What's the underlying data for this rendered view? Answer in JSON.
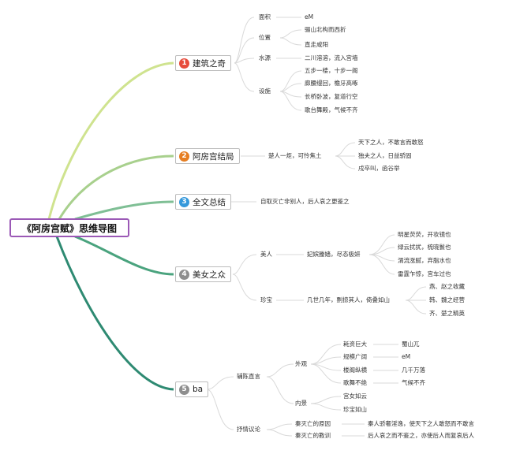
{
  "root": "《阿房宫赋》思维导图",
  "branches": [
    {
      "num": "1",
      "label": "建筑之奇",
      "color": "#e74c3c"
    },
    {
      "num": "2",
      "label": "阿房宫结局",
      "color": "#e67e22"
    },
    {
      "num": "3",
      "label": "全文总结",
      "color": "#3498db"
    },
    {
      "num": "4",
      "label": "美女之众",
      "color": "#8e8e8e"
    },
    {
      "num": "5",
      "label": "ba",
      "color": "#8e8e8e"
    }
  ],
  "b1": {
    "area": "面积",
    "area_value": "eM",
    "location": "位置",
    "loc_1": "骊山北构而西折",
    "loc_2": "直走咸阳",
    "water": "水源",
    "water_value": "二川溶溶，流入宫墙",
    "facilities": "设施",
    "fac_1": "五步一楼，十步一阁",
    "fac_2": "廊腰缦回，檐牙高啄",
    "fac_3": "长桥卧波，复道行空",
    "fac_4": "歌台舞殿，气候不齐"
  },
  "b2": {
    "mid": "楚人一炬，可怜焦土",
    "l1": "天下之人，不敢言而敢怒",
    "l2": "独夫之人，日益骄固",
    "l3": "戍卒叫，函谷举"
  },
  "b3": {
    "text": "自取灭亡非别人，后人哀之更鉴之"
  },
  "b4": {
    "beauty": "美人",
    "beauty_mid": "妃嫔媵嫱，尽态极妍",
    "beauty_1": "明星荧荧，开妆镜也",
    "beauty_2": "绿云扰扰，梳晓鬟也",
    "beauty_3": "渭流涨腻，弃脂水也",
    "beauty_4": "雷霆乍惊，宫车过也",
    "treasure": "珍宝",
    "treasure_mid": "几世几年，剽掠其人，倚叠如山",
    "treasure_1": "燕、赵之收藏",
    "treasure_2": "韩、魏之经营",
    "treasure_3": "齐、楚之精英"
  },
  "b5": {
    "aux": "辅陈直言",
    "appearance": "外观",
    "a1": "耗资巨大",
    "a1v": "蜀山兀",
    "a2": "规模广阔",
    "a2v": "eM",
    "a3": "楼阁纵横",
    "a3v": "几千万落",
    "a4": "歌舞不绝",
    "a4v": "气候不齐",
    "interior": "内景",
    "i1": "宫女如云",
    "i2": "珍宝如山",
    "lyric": "抒情议论",
    "c1": "秦灭亡的原因",
    "c1v": "秦人骄奢淫逸，使天下之人敢怒而不敢言",
    "c2": "秦灭亡的教训",
    "c2v": "后人哀之而不鉴之，亦使后人而复哀后人"
  }
}
